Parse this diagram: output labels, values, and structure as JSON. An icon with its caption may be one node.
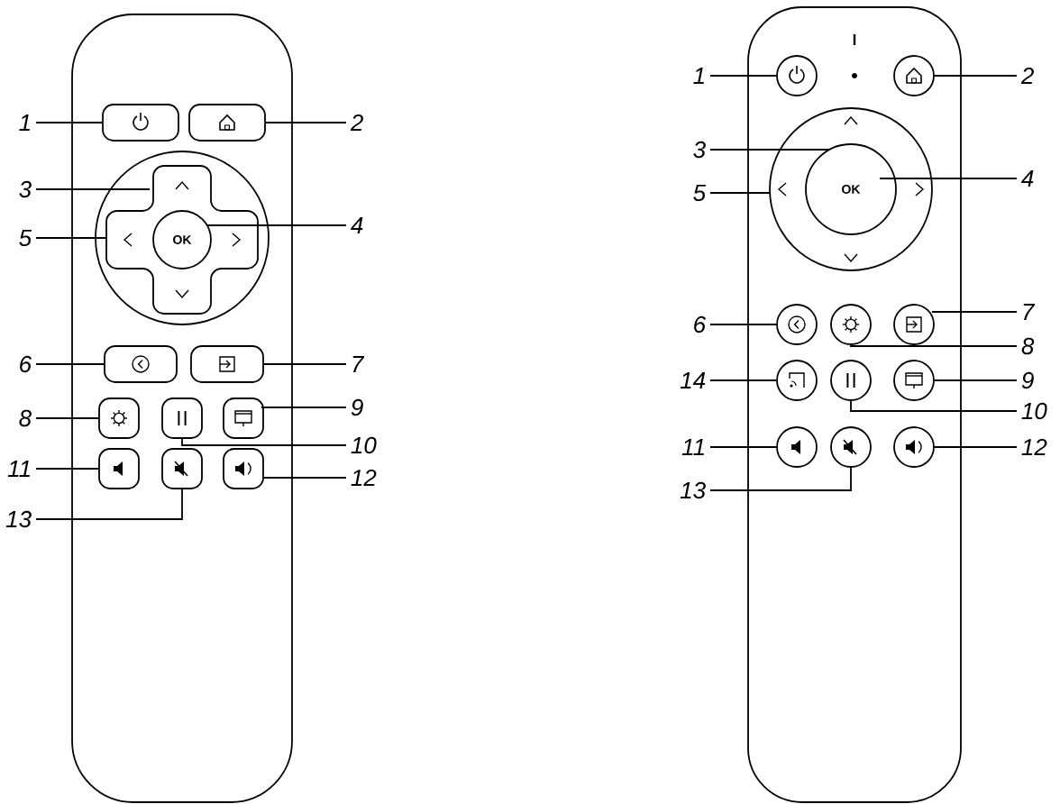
{
  "diagram": {
    "nodes": [
      {
        "text": [],
        "shape": "box"
      },
      {
        "text": [],
        "shape": "box"
      },
      {
        "text": [],
        "shape": "cross"
      },
      {
        "text": [
          "OK"
        ],
        "in": 2
      },
      {
        "text": [],
        "shape": "box"
      },
      {
        "text": [],
        "shape": "box"
      },
      {
        "text": [],
        "shape": "box"
      },
      {
        "text": [],
        "shape": "box"
      },
      {
        "text": [],
        "shape": "box"
      },
      {
        "text": [],
        "shape": "box"
      },
      {
        "text": [],
        "shape": "box"
      },
      {
        "text": [],
        "shape": "box"
      },
      {
        "text": [
          "1"
        ]
      },
      {
        "text": [
          "2"
        ]
      },
      {
        "text": [
          "3"
        ]
      },
      {
        "text": [
          "4"
        ]
      },
      {
        "text": [
          "5"
        ]
      },
      {
        "text": [
          "6"
        ]
      },
      {
        "text": [
          "7"
        ]
      },
      {
        "text": [
          "8"
        ]
      },
      {
        "text": [
          "9"
        ]
      },
      {
        "text": [
          "10"
        ]
      },
      {
        "text": [
          "11"
        ]
      },
      {
        "text": [
          "12"
        ]
      },
      {
        "text": [
          "13"
        ]
      },
      {
        "text": [],
        "shape": "circle"
      },
      {
        "text": [],
        "shape": "circle"
      },
      {
        "text": [],
        "shape": "circle"
      },
      {
        "text": [
          "OK"
        ],
        "in": 27
      },
      {
        "text": [],
        "shape": "circle"
      },
      {
        "text": [],
        "shape": "circle"
      },
      {
        "text": [],
        "shape": "circle"
      },
      {
        "text": [],
        "shape": "circle"
      },
      {
        "text": [],
        "shape": "circle"
      },
      {
        "text": [],
        "shape": "circle"
      },
      {
        "text": [],
        "shape": "circle"
      },
      {
        "text": [],
        "shape": "circle"
      },
      {
        "text": [],
        "shape": "circle"
      },
      {
        "text": [
          "1"
        ]
      },
      {
        "text": [
          "2"
        ]
      },
      {
        "text": [
          "3"
        ]
      },
      {
        "text": [
          "4"
        ]
      },
      {
        "text": [
          "5"
        ]
      },
      {
        "text": [
          "6"
        ]
      },
      {
        "text": [
          "7"
        ]
      },
      {
        "text": [
          "8"
        ]
      },
      {
        "text": [
          "14"
        ]
      },
      {
        "text": [
          "9"
        ]
      },
      {
        "text": [
          "10"
        ]
      },
      {
        "text": [
          "11"
        ]
      },
      {
        "text": [
          "12"
        ]
      },
      {
        "text": [
          "13"
        ]
      }
    ],
    "edges": [
      {
        "from": 12,
        "to": 0,
        "arrow": "none"
      },
      {
        "from": 13,
        "to": 1,
        "arrow": "none"
      },
      {
        "from": 14,
        "to": 2,
        "arrow": "none"
      },
      {
        "from": 15,
        "to": 3,
        "arrow": "none"
      },
      {
        "from": 16,
        "to": 2,
        "arrow": "none"
      },
      {
        "from": 17,
        "to": 4,
        "arrow": "none"
      },
      {
        "from": 18,
        "to": 5,
        "arrow": "none"
      },
      {
        "from": 19,
        "to": 6,
        "arrow": "none"
      },
      {
        "from": 20,
        "to": 8,
        "arrow": "none"
      },
      {
        "from": 21,
        "to": 7,
        "arrow": "none"
      },
      {
        "from": 22,
        "to": 9,
        "arrow": "none"
      },
      {
        "from": 23,
        "to": 11,
        "arrow": "none"
      },
      {
        "from": 24,
        "to": 10,
        "arrow": "none"
      },
      {
        "from": 38,
        "to": 25,
        "arrow": "none"
      },
      {
        "from": 39,
        "to": 26,
        "arrow": "none"
      },
      {
        "from": 40,
        "to": 28,
        "arrow": "none"
      },
      {
        "from": 41,
        "to": 28,
        "arrow": "none"
      },
      {
        "from": 42,
        "to": 27,
        "arrow": "none"
      },
      {
        "from": 43,
        "to": 29,
        "arrow": "none"
      },
      {
        "from": 44,
        "to": 31,
        "arrow": "none"
      },
      {
        "from": 45,
        "to": 30,
        "arrow": "none"
      },
      {
        "from": 46,
        "to": 32,
        "arrow": "none"
      },
      {
        "from": 47,
        "to": 34,
        "arrow": "none"
      },
      {
        "from": 48,
        "to": 33,
        "arrow": "none"
      },
      {
        "from": 49,
        "to": 35,
        "arrow": "none"
      },
      {
        "from": 50,
        "to": 37,
        "arrow": "none"
      },
      {
        "from": 51,
        "to": 36,
        "arrow": "none"
      }
    ]
  }
}
